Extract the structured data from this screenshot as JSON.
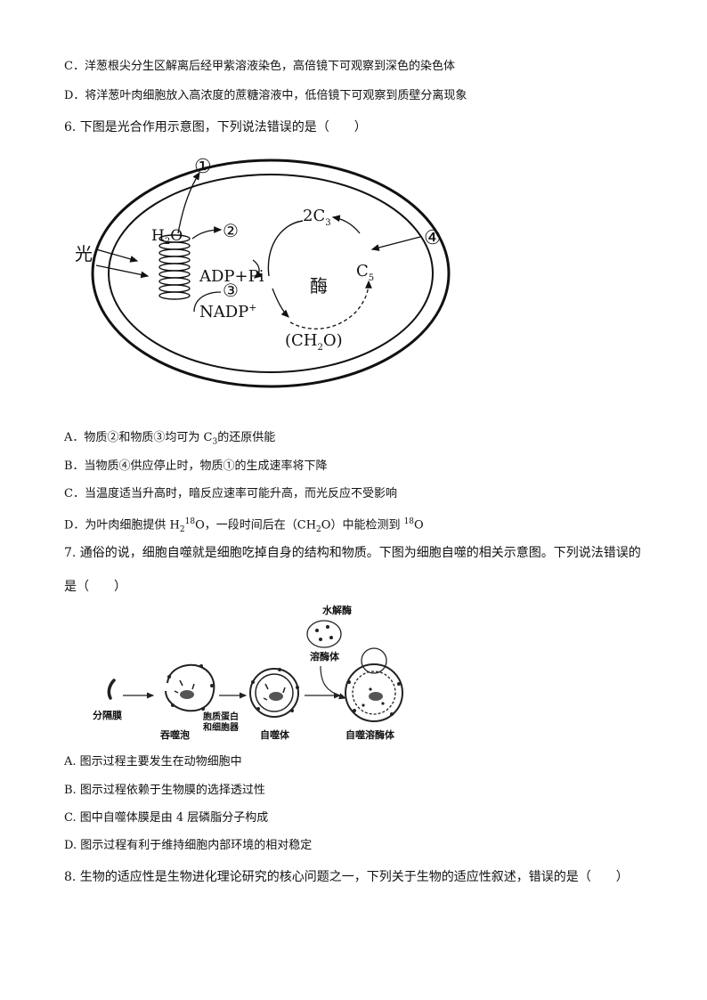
{
  "q5_tail": {
    "C": "C．洋葱根尖分生区解离后经甲紫溶液染色，高倍镜下可观察到深色的染色体",
    "D": "D．将洋葱叶肉细胞放入高浓度的蔗糖溶液中，低倍镜下可观察到质壁分离现象"
  },
  "q6": {
    "stem": "6. 下图是光合作用示意图，下列说法错误的是（　　）",
    "figure": {
      "label_1": "①",
      "label_2": "②",
      "label_3": "③",
      "label_4": "④",
      "light": "光",
      "h2o": "H",
      "h2o_sub": "2",
      "h2o_o": "O",
      "adp": "ADP+Pi",
      "nadp": "NADP",
      "nadp_sup": "+",
      "c3_pre": "2C",
      "c3_sub": "3",
      "c5": "C",
      "c5_sub": "5",
      "enzyme": "酶",
      "ch2o_a": "(CH",
      "ch2o_sub": "2",
      "ch2o_b": "O)"
    },
    "options": {
      "A_pre": "A．物质②和物质③均可为 C",
      "A_sub": "3",
      "A_post": "的还原供能",
      "B": "B．当物质④供应停止时，物质①的生成速率将下降",
      "C": "C．当温度适当升高时，暗反应速率可能升高，而光反应不受影响",
      "D_pre": "D．为叶肉细胞提供 H",
      "D_sub": "2",
      "D_sup": "18",
      "D_mid": "O，一段时间后在（CH",
      "D_sub2": "2",
      "D_mid2": "O）中能检测到 ",
      "D_sup2": "18",
      "D_post": "O"
    }
  },
  "q7": {
    "stem_line1": "7. 通俗的说，细胞自噬就是细胞吃掉自身的结构和物质。下图为细胞自噬的相关示意图。下列说法错误的",
    "stem_line2": "是（　　）",
    "figure": {
      "hydrolase": "水解酶",
      "lysosome": "溶酶体",
      "separation_membrane": "分隔膜",
      "phagophore": "吞噬泡",
      "cargo_line1": "胞质蛋白",
      "cargo_line2": "和细胞器",
      "autophagosome": "自噬体",
      "autolysosome": "自噬溶酶体"
    },
    "options": {
      "A": "A. 图示过程主要发生在动物细胞中",
      "B": "B. 图示过程依赖于生物膜的选择透过性",
      "C": "C. 图中自噬体膜是由 4 层磷脂分子构成",
      "D": "D. 图示过程有利于维持细胞内部环境的相对稳定"
    }
  },
  "q8": {
    "stem": "8. 生物的适应性是生物进化理论研究的核心问题之一，下列关于生物的适应性叙述，错误的是（　　）"
  }
}
